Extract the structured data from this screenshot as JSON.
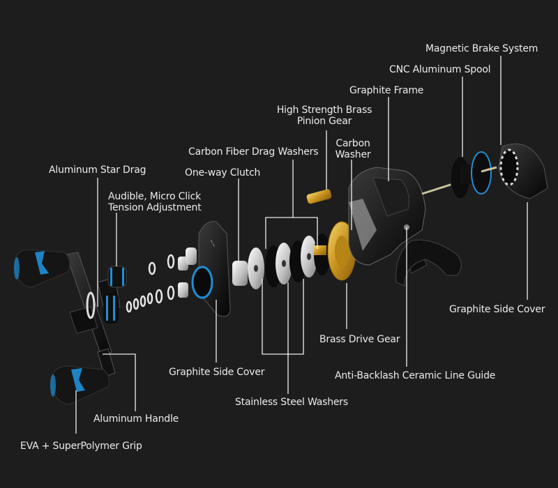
{
  "diagram": {
    "subject": "Baitcasting fishing reel exploded view",
    "background_color": "#1e1d1d",
    "accent_color": "#1f8fd6",
    "brass_color": "#d4a62a",
    "labels": {
      "magnetic_brake": "Magnetic Brake System",
      "cnc_spool": "CNC Aluminum Spool",
      "graphite_frame": "Graphite Frame",
      "pinion_line1": "High Strength Brass",
      "pinion_line2": "Pinion Gear",
      "carbon_washer_line1": "Carbon",
      "carbon_washer_line2": "Washer",
      "drag_washers": "Carbon Fiber Drag Washers",
      "one_way_clutch": "One-way Clutch",
      "star_drag": "Aluminum Star Drag",
      "tension_line1": "Audible, Micro Click",
      "tension_line2": "Tension Adjustment",
      "side_cover_right": "Graphite Side Cover",
      "brass_drive_gear": "Brass Drive Gear",
      "line_guide": "Anti-Backlash Ceramic Line Guide",
      "side_cover_left": "Graphite Side Cover",
      "steel_washers": "Stainless Steel Washers",
      "handle": "Aluminum Handle",
      "grip": "EVA + SuperPolymer Grip"
    }
  }
}
